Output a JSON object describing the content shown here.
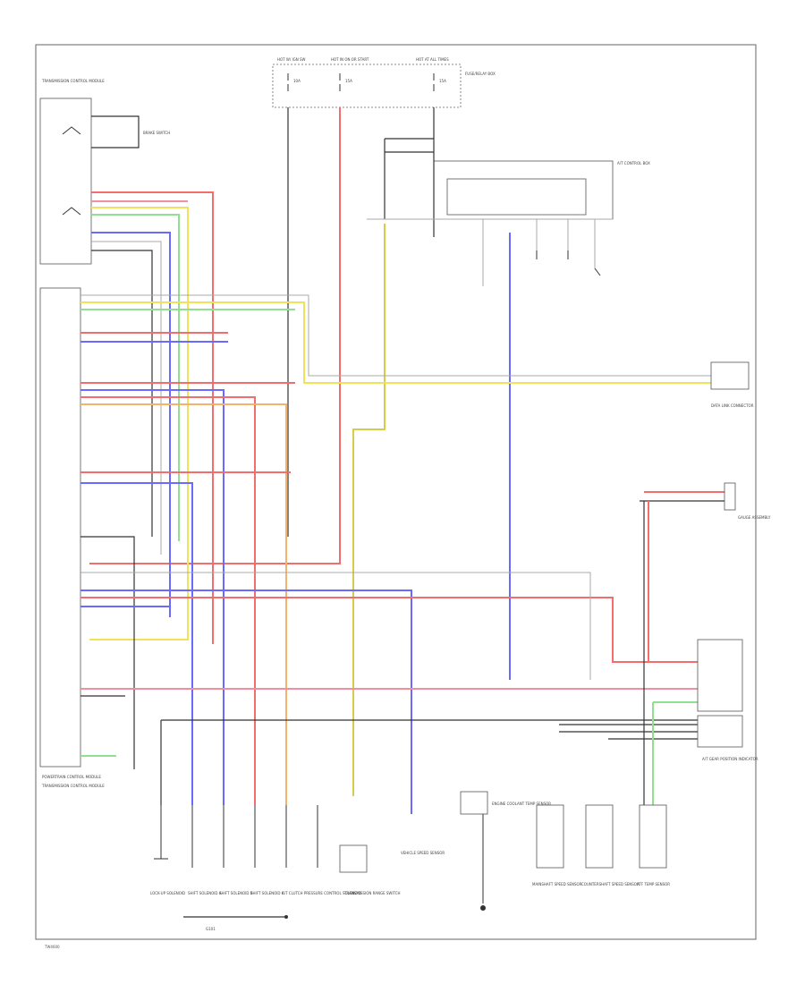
{
  "diagram": {
    "footer_code": "TW4600",
    "labels": {
      "fuse_box_left": "HOT W/ IGN SW",
      "fuse_box_mid": "HOT IN ON OR START",
      "fuse_box_right": "HOT AT ALL TIMES",
      "fuse_left": "10A",
      "fuse_mid": "15A",
      "fuse_right": "15A",
      "fuse_box_name": "FUSE/RELAY BOX",
      "tcm_top": "TRANSMISSION CONTROL MODULE",
      "pcm": "POWERTRAIN CONTROL MODULE",
      "tcm_bottom": "TRANSMISSION CONTROL MODULE",
      "dlc": "DATA LINK CONNECTOR",
      "lock_up": "LOCK-UP SOLENOID",
      "shift_a": "SHIFT SOLENOID A",
      "shift_b": "SHIFT SOLENOID B",
      "shift_c": "SHIFT SOLENOID C",
      "linear": "A/T CLUTCH PRESSURE CONTROL SOLENOID",
      "trans_range": "TRANSMISSION RANGE SWITCH",
      "speed_sensor": "VEHICLE SPEED SENSOR",
      "mainshaft": "MAINSHAFT SPEED SENSOR",
      "countershaft": "COUNTERSHAFT SPEED SENSOR",
      "engine_coolant": "ENGINE COOLANT TEMP SENSOR",
      "fluid_temp": "ATF TEMP SENSOR",
      "brake_sw": "BRAKE SWITCH",
      "gauge": "GAUGE ASSEMBLY",
      "gauge_right": "A/T GEAR POSITION INDICATOR",
      "ground": "G101",
      "control_box": "A/T CONTROL BOX"
    }
  }
}
